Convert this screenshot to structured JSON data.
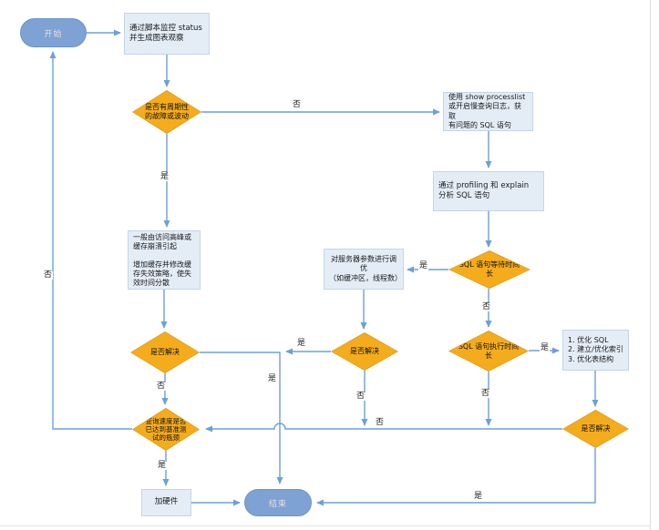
{
  "diagram": {
    "nodes": {
      "start": "开始",
      "monitor": "通过脚本监控 status\n并生成图表观察",
      "periodic": "是否有周期性\n的故障或波动",
      "processlist": "使用 show processlist\n或开启慢查询日志，获取\n有问题的 SQL 语句",
      "profiling": "通过 profiling 和 explain\n分析 SQL 语句",
      "wait": "SQL 语句等待时间\n长",
      "tune": "对服务器参数进行调优\n（如缓冲区，线程数）",
      "cache": "一般由访问高峰或\n缓存崩溃引起\n\n增加缓存并修改缓\n存失效策略，使失\n效时间分散",
      "solve_left": "是否解决",
      "solve_mid": "是否解决",
      "exec": "SQL 语句执行时间\n长",
      "optimize": "1. 优化 SQL\n2. 建立/优化索引\n3. 优化表结构",
      "solve_right": "是否解决",
      "benchmark": "查询速度是否\n已达到基准测\n试的瓶颈",
      "hardware": "加硬件",
      "end": "结束"
    },
    "edge_labels": {
      "periodic_no": "否",
      "periodic_yes": "是",
      "wait_yes": "是",
      "wait_no": "否",
      "exec_yes": "是",
      "exec_no": "否",
      "solve_mid_no": "否",
      "solve_mid_yes": "是",
      "solve_left_yes": "是",
      "solve_left_no": "否",
      "solve_right_no": "否",
      "solve_right_yes": "是",
      "benchmark_yes": "是",
      "benchmark_no": "否"
    },
    "colors": {
      "edge": "#6CA0D8",
      "diamond_fill": "#F5AC1C",
      "diamond_border": "#DA9714",
      "rect_fill": "#E4EDF6",
      "rect_border": "#C3D5E8",
      "pill_fill": "#7EA2D3",
      "pill_border": "#6B95C9"
    }
  }
}
